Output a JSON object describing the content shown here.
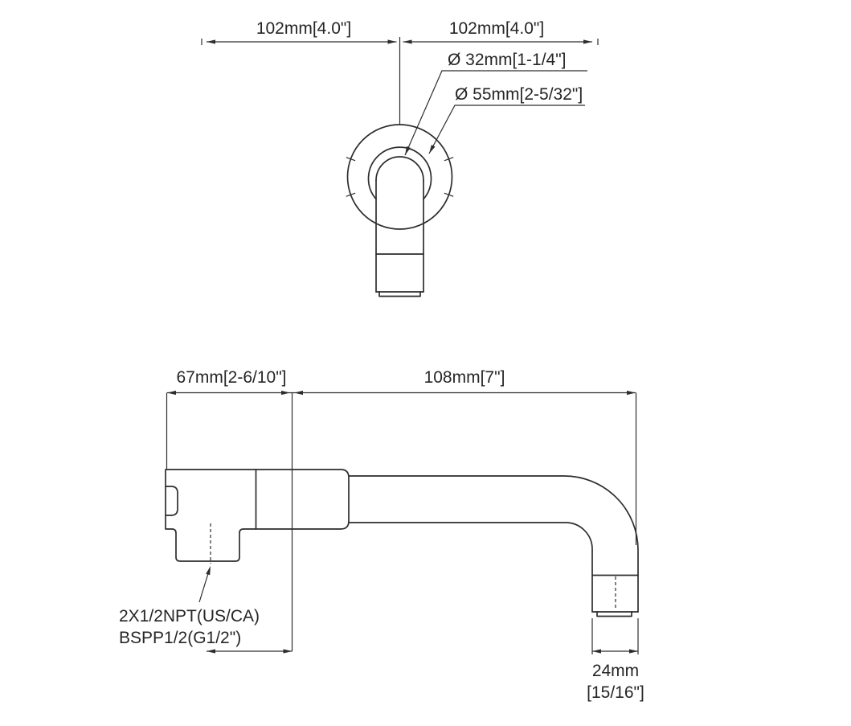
{
  "drawing": {
    "front_view": {
      "dim_left": "102mm[4.0\"]",
      "dim_right": "102mm[4.0\"]",
      "dia_spout": "Ø 32mm[1-1/4\"]",
      "dia_flange": "Ø 55mm[2-5/32\"]"
    },
    "side_view": {
      "dim_body_depth": "67mm[2-6/10\"]",
      "dim_spout_reach": "108mm[7\"]",
      "thread_spec_line1": "2X1/2NPT(US/CA)",
      "thread_spec_line2": "BSPP1/2(G1/2\")",
      "dim_tip_mm": "24mm",
      "dim_tip_inch": "[15/16\"]"
    },
    "colors": {
      "line": "#2d2d2d",
      "text": "#262626",
      "background": "#ffffff"
    }
  }
}
